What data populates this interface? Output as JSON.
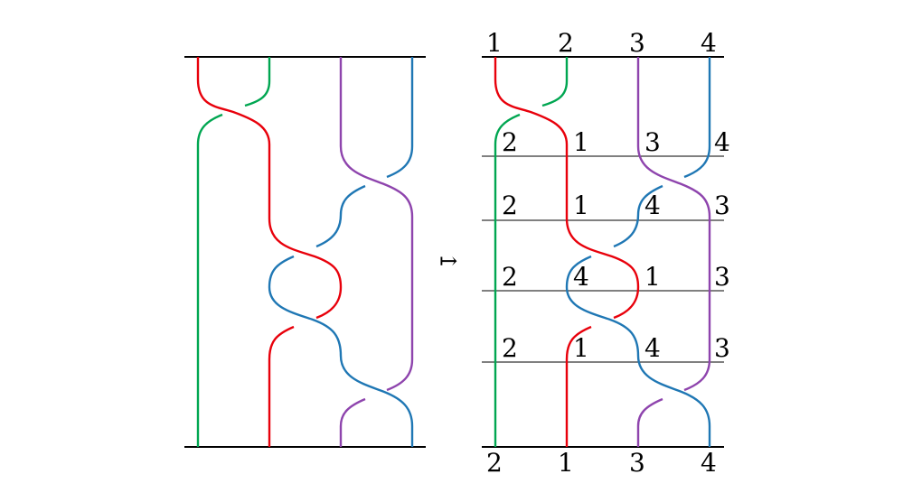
{
  "colors": {
    "red": "#e8000b",
    "green": "#00a651",
    "purple": "#8e44ad",
    "blue": "#1f77b4",
    "line": "#000000"
  },
  "arrow_symbol": "↦",
  "top_labels": [
    "1",
    "2",
    "3",
    "4"
  ],
  "bottom_labels": [
    "2",
    "1",
    "3",
    "4"
  ],
  "mid_labels": [
    [
      "2",
      "1",
      "3",
      "4"
    ],
    [
      "2",
      "1",
      "4",
      "3"
    ],
    [
      "2",
      "4",
      "1",
      "3"
    ],
    [
      "2",
      "1",
      "4",
      "3"
    ]
  ]
}
